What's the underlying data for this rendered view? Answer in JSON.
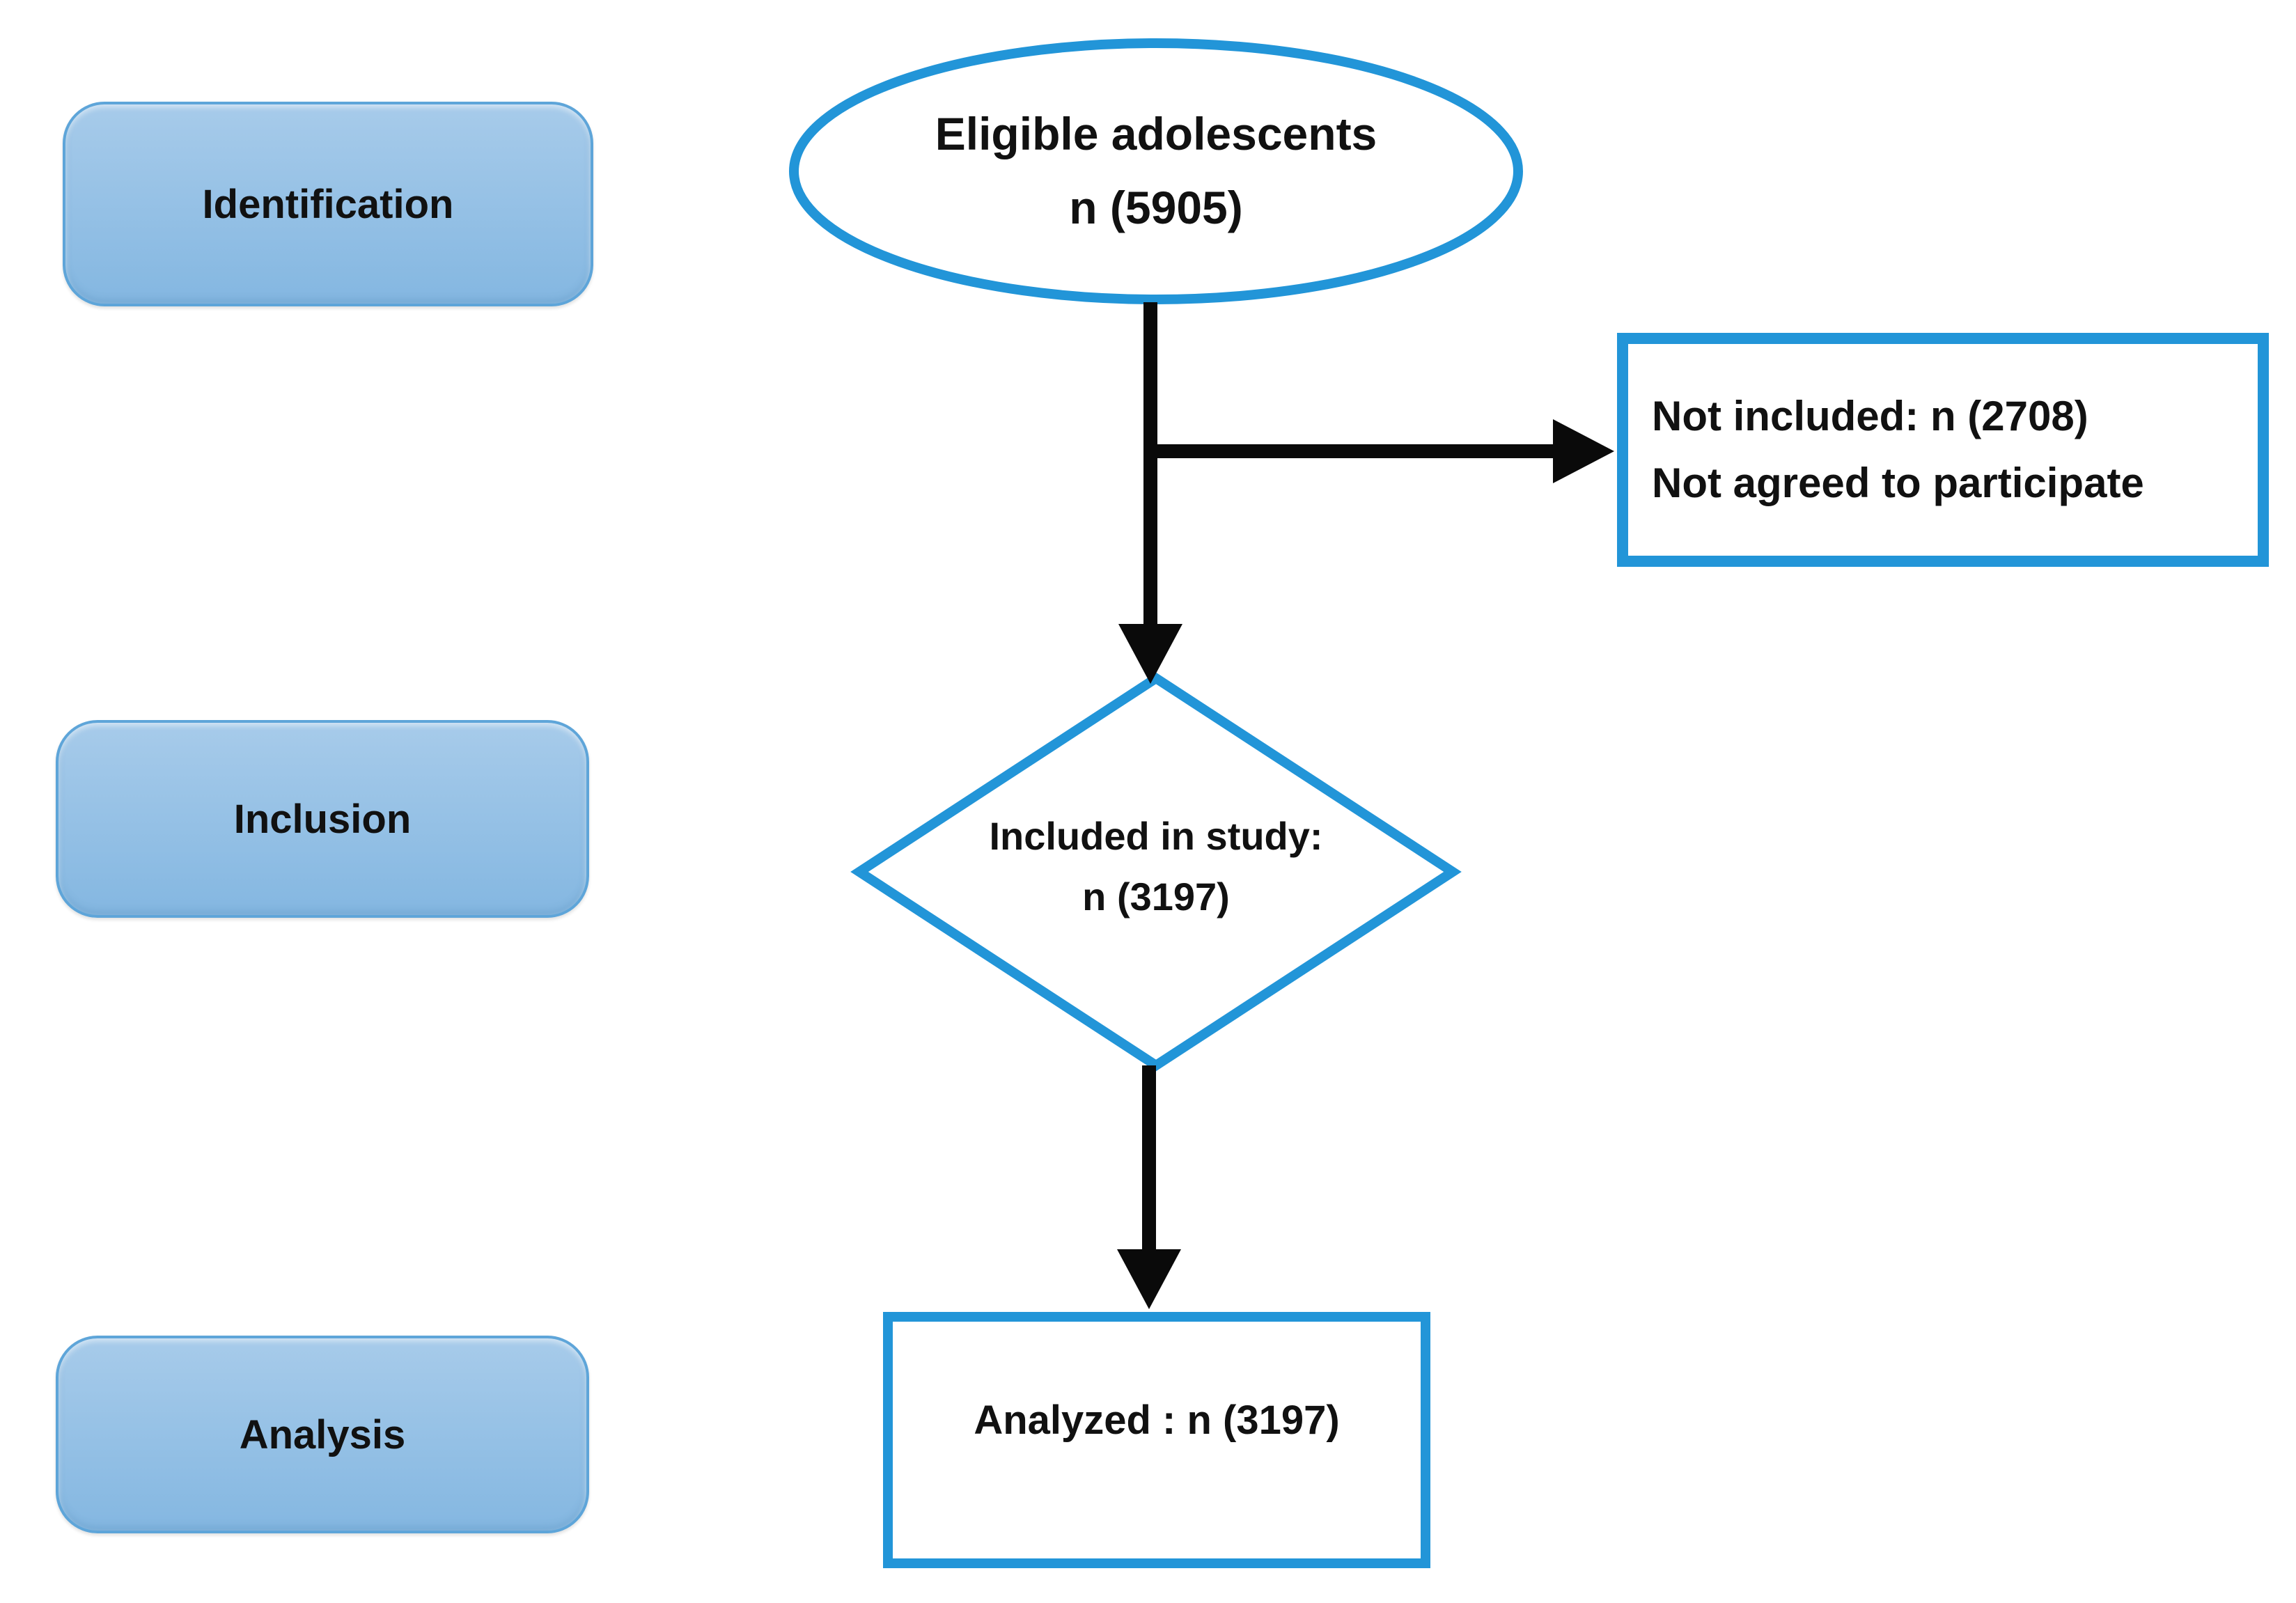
{
  "stages": [
    {
      "id": "identification",
      "label": "Identification"
    },
    {
      "id": "inclusion",
      "label": "Inclusion"
    },
    {
      "id": "analysis",
      "label": "Analysis"
    }
  ],
  "flow": {
    "eligible": {
      "line1": "Eligible adolescents",
      "line2": "n (5905)"
    },
    "not_included": {
      "line1": "Not included: n (2708)",
      "line2": "Not agreed to participate"
    },
    "included": {
      "line1": "Included in study:",
      "line2": "n (3197)"
    },
    "analyzed": {
      "label": "Analyzed : n (3197)"
    }
  },
  "colors": {
    "shape_stroke": "#2295d8",
    "stage_border": "#5ea5d9",
    "stage_fill_top": "#a7cbea",
    "stage_fill_bottom": "#84b7e1",
    "arrow": "#0a0a0a",
    "text": "#111111",
    "background": "#ffffff"
  }
}
